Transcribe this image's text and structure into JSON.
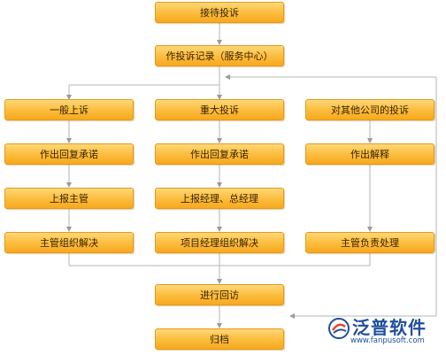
{
  "nodes": {
    "reception": "接待投诉",
    "record": "作投诉记录（服务中心）",
    "general": "一般上诉",
    "major": "重大投诉",
    "other_company": "对其他公司的投诉",
    "reply_promise_1": "作出回复承诺",
    "reply_promise_2": "作出回复承诺",
    "explain": "作出解释",
    "report_supervisor": "上报主管",
    "report_managers": "上报经理、总经理",
    "supervisor_resolve": "主管组织解决",
    "pm_resolve": "项目经理组织解决",
    "supervisor_handle": "主管负责处理",
    "follow_up": "进行回访",
    "archive": "归档"
  },
  "logo": {
    "name": "泛普软件",
    "url": "www.fanpusoft.com"
  },
  "colors": {
    "node_fill": "#fcc044",
    "line": "#b5b5b5",
    "logo": "#1f4f9a"
  }
}
